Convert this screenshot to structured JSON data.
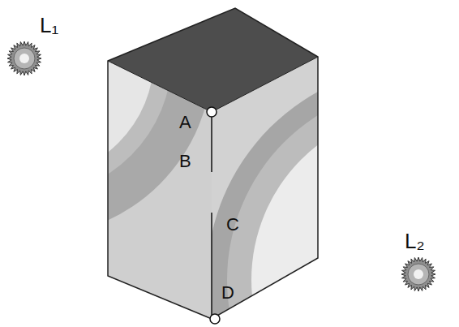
{
  "diagram": {
    "labels": [
      "L₁",
      "A",
      "B",
      "C",
      "D",
      "L₂"
    ]
  }
}
